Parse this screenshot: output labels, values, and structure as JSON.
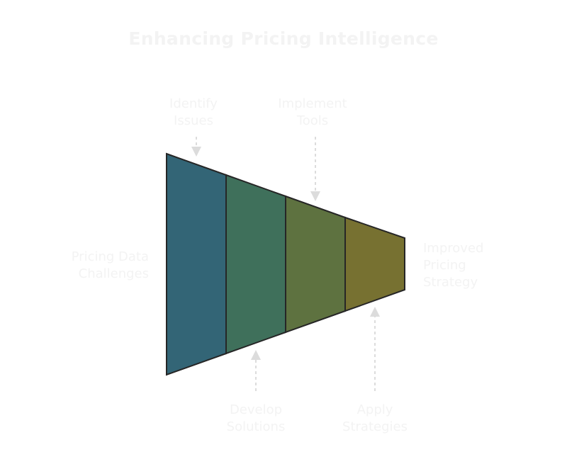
{
  "title": "Enhancing Pricing Intelligence",
  "input_label": "Pricing Data\nChallenges",
  "output_label": "Improved\nPricing\nStrategy",
  "stages": [
    {
      "label": "Identify\nIssues",
      "color": "#336576"
    },
    {
      "label": "Develop\nSolutions",
      "color": "#3f705b"
    },
    {
      "label": "Implement\nTools",
      "color": "#5e7240"
    },
    {
      "label": "Apply\nStrategies",
      "color": "#777131"
    }
  ],
  "colors": {
    "stroke": "#262626",
    "label_text": "#f3f3f3",
    "arrow": "#dcdcdc"
  }
}
